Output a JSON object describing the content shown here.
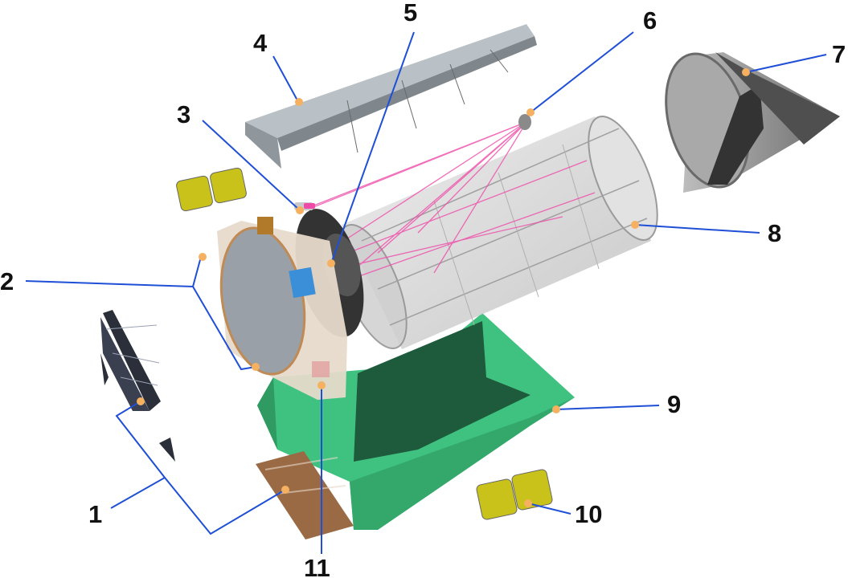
{
  "figure": {
    "labels": [
      {
        "id": "1",
        "text": "1"
      },
      {
        "id": "2",
        "text": "2"
      },
      {
        "id": "3",
        "text": "3"
      },
      {
        "id": "4",
        "text": "4"
      },
      {
        "id": "5",
        "text": "5"
      },
      {
        "id": "6",
        "text": "6"
      },
      {
        "id": "7",
        "text": "7"
      },
      {
        "id": "8",
        "text": "8"
      },
      {
        "id": "9",
        "text": "9"
      },
      {
        "id": "10",
        "text": "10"
      },
      {
        "id": "11",
        "text": "11"
      }
    ]
  },
  "colors": {
    "leader_line": "#1f4fd6",
    "marker_dot": "#f5b060",
    "bus_green": "#3fc27f",
    "bus_green_dark": "#1e5a3c",
    "tube_gray": "#d6d6d6",
    "shield_gray": "#8f969c",
    "laser_pink": "#ef4aa8",
    "battery_yellow": "#c8c21a",
    "solar_panel": "#2b2f3a",
    "radiator_brown": "#9a6a45"
  }
}
